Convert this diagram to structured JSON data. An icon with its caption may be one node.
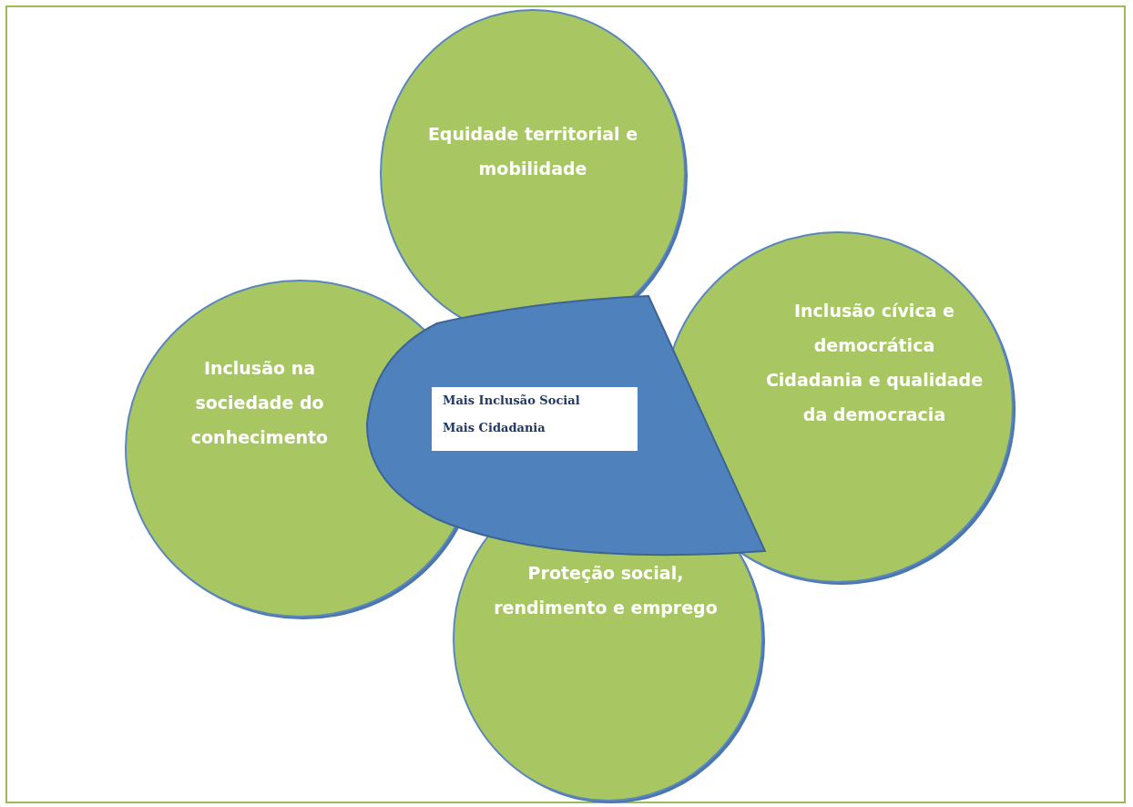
{
  "diagram": {
    "nodes": [
      {
        "text": [
          "Equidade territorial e mobilidade"
        ]
      },
      {
        "text": [
          "Inclusão na sociedade do conhecimento"
        ]
      },
      {
        "text": [
          "Inclusão cívica e democrática",
          "Cidadania e qualidade da democracia"
        ]
      },
      {
        "text": [
          "Proteção social, rendimento e emprego"
        ]
      },
      {
        "text": [],
        "shape": "box"
      },
      {
        "text": [
          "Mais Inclusão Social",
          "Mais Cidadania"
        ],
        "in": 4
      }
    ]
  }
}
